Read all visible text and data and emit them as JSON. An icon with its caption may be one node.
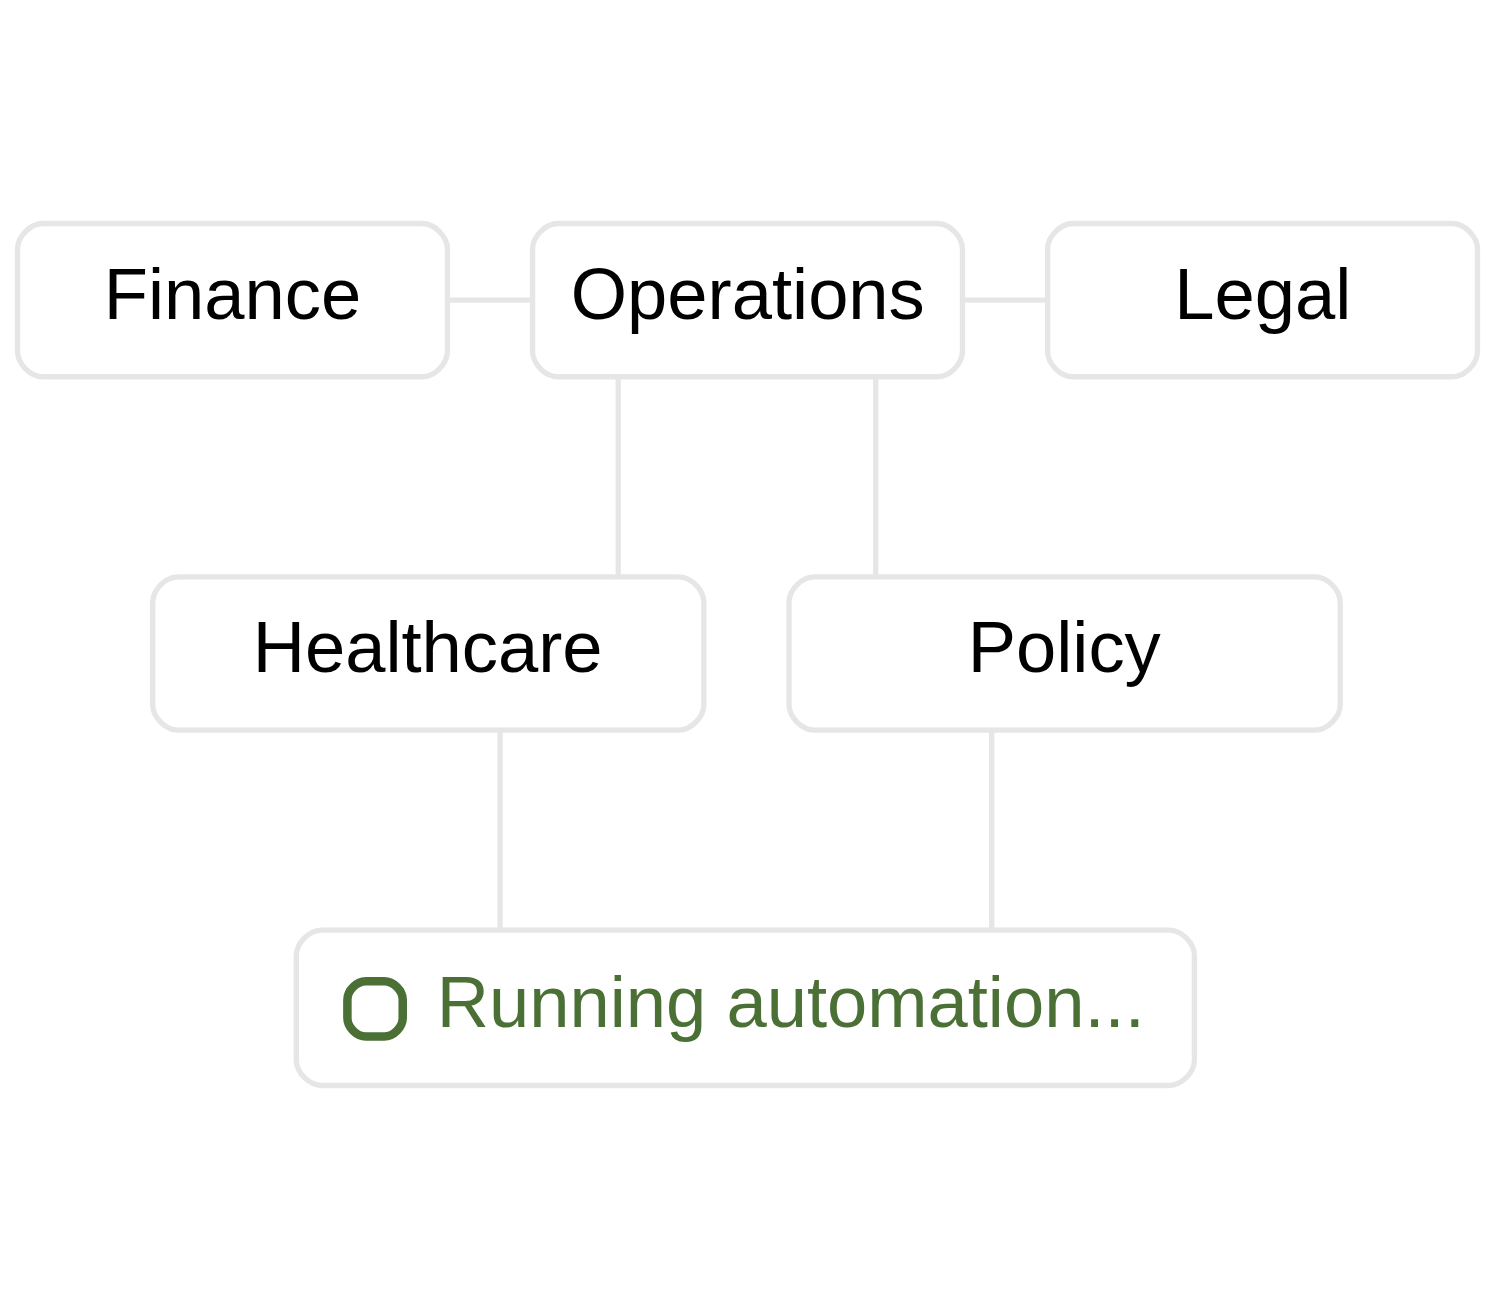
{
  "diagram": {
    "nodes": [
      {
        "text": [
          "Finance"
        ]
      },
      {
        "text": [
          "Operations"
        ]
      },
      {
        "text": [
          "Legal"
        ]
      },
      {
        "text": [
          "Healthcare"
        ]
      },
      {
        "text": [
          "Policy"
        ]
      },
      {
        "text": [
          "Running automation..."
        ]
      }
    ],
    "edges": [
      {
        "from": 0,
        "to": 1,
        "arrow": "none"
      },
      {
        "from": 1,
        "to": 2,
        "arrow": "none"
      },
      {
        "from": 1,
        "to": 3,
        "arrow": "none"
      },
      {
        "from": 1,
        "to": 4,
        "arrow": "none"
      },
      {
        "from": 3,
        "to": 5,
        "arrow": "none"
      },
      {
        "from": 4,
        "to": 5,
        "arrow": "none"
      }
    ]
  }
}
